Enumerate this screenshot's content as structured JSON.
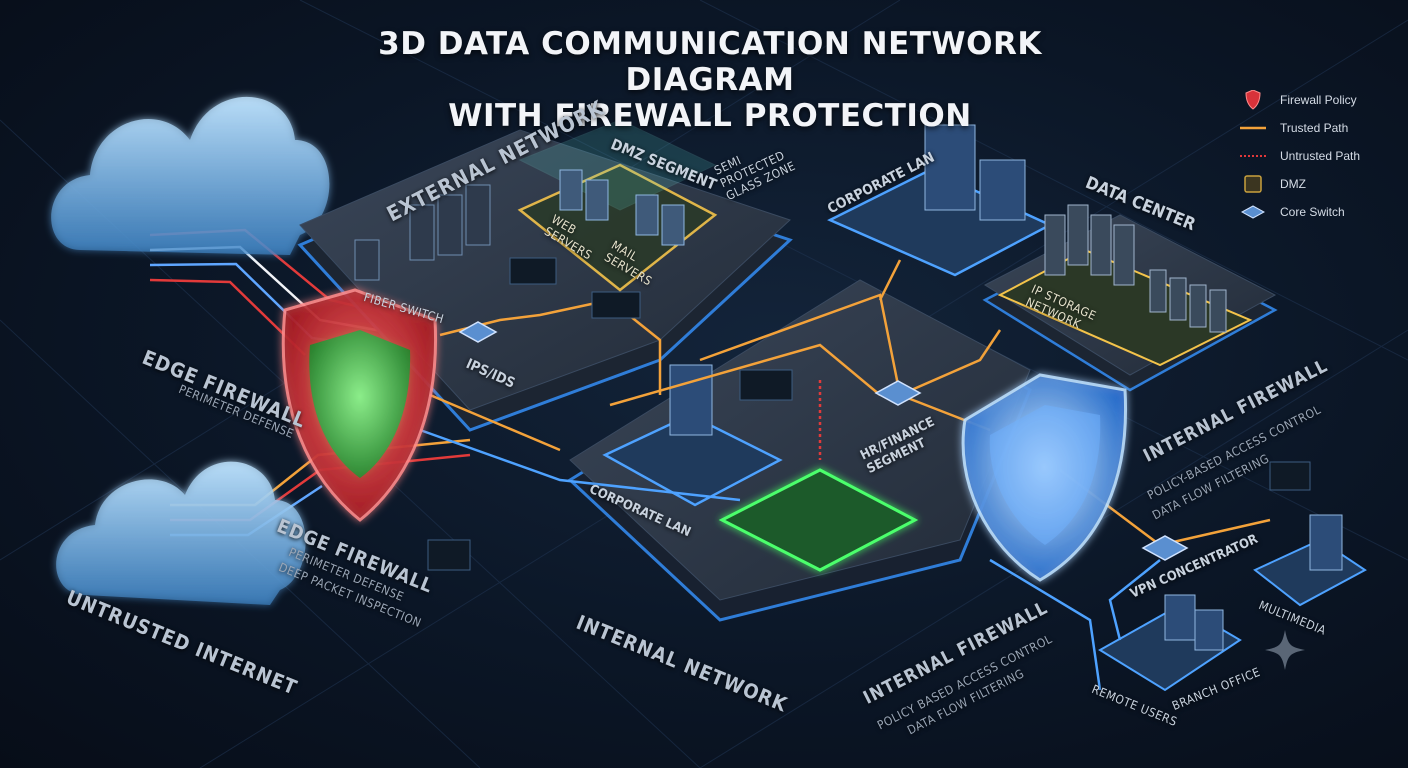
{
  "title_line1": "3D DATA COMMUNICATION NETWORK DIAGRAM",
  "title_line2": "WITH FIREWALL PROTECTION",
  "legend": [
    {
      "label": "Firewall Policy",
      "icon": "shield-icon",
      "color": "#d8323a"
    },
    {
      "label": "Trusted Path",
      "icon": "solid-line-icon",
      "color": "#f3a23a"
    },
    {
      "label": "Untrusted Path",
      "icon": "dotted-line-icon",
      "color": "#e2383a"
    },
    {
      "label": "DMZ",
      "icon": "dmz-square-icon",
      "color": "#c9a13e"
    },
    {
      "label": "Core Switch",
      "icon": "switch-icon",
      "color": "#5a8fd0"
    }
  ],
  "labels": {
    "external_network": "EXTERNAL NETWORK",
    "dmz_segment": "DMZ SEGMENT",
    "semi_protected": "SEMI PROTECTED GLASS ZONE",
    "web_servers": "WEB SERVERS",
    "mail_servers": "MAIL SERVERS",
    "fiber_switch": "FIBER SWITCH",
    "ips_ids": "IPS/IDS",
    "corporate_lan_top": "CORPORATE LAN",
    "data_center": "DATA CENTER",
    "ip_storage": "IP STORAGE NETWORK",
    "edge_firewall_left": "EDGE FIREWALL",
    "perimeter_left": "PERIMETER DEFENSE",
    "edge_firewall_bottom": "EDGE FIREWALL",
    "perimeter_bottom": "PERIMETER DEFENSE",
    "deep_packet": "DEEP PACKET INSPECTION",
    "untrusted_internet": "UNTRUSTED INTERNET",
    "corporate_lan_mid": "CORPORATE LAN",
    "hr_finance": "HR/FINANCE SEGMENT",
    "internal_network": "INTERNAL NETWORK",
    "internal_firewall_right": "INTERNAL FIREWALL",
    "policy_right": "POLICY-BASED ACCESS CONTROL",
    "dataflow_right": "DATA FLOW FILTERING",
    "internal_firewall_bottom": "INTERNAL FIREWALL",
    "policy_bottom": "POLICY BASED ACCESS CONTROL",
    "dataflow_bottom": "DATA FLOW FILTERING",
    "vpn_concentrator": "VPN CONCENTRATOR",
    "multimedia": "MULTIMEDIA",
    "remote_users": "REMOTE USERS",
    "branch_office": "BRANCH OFFICE"
  }
}
